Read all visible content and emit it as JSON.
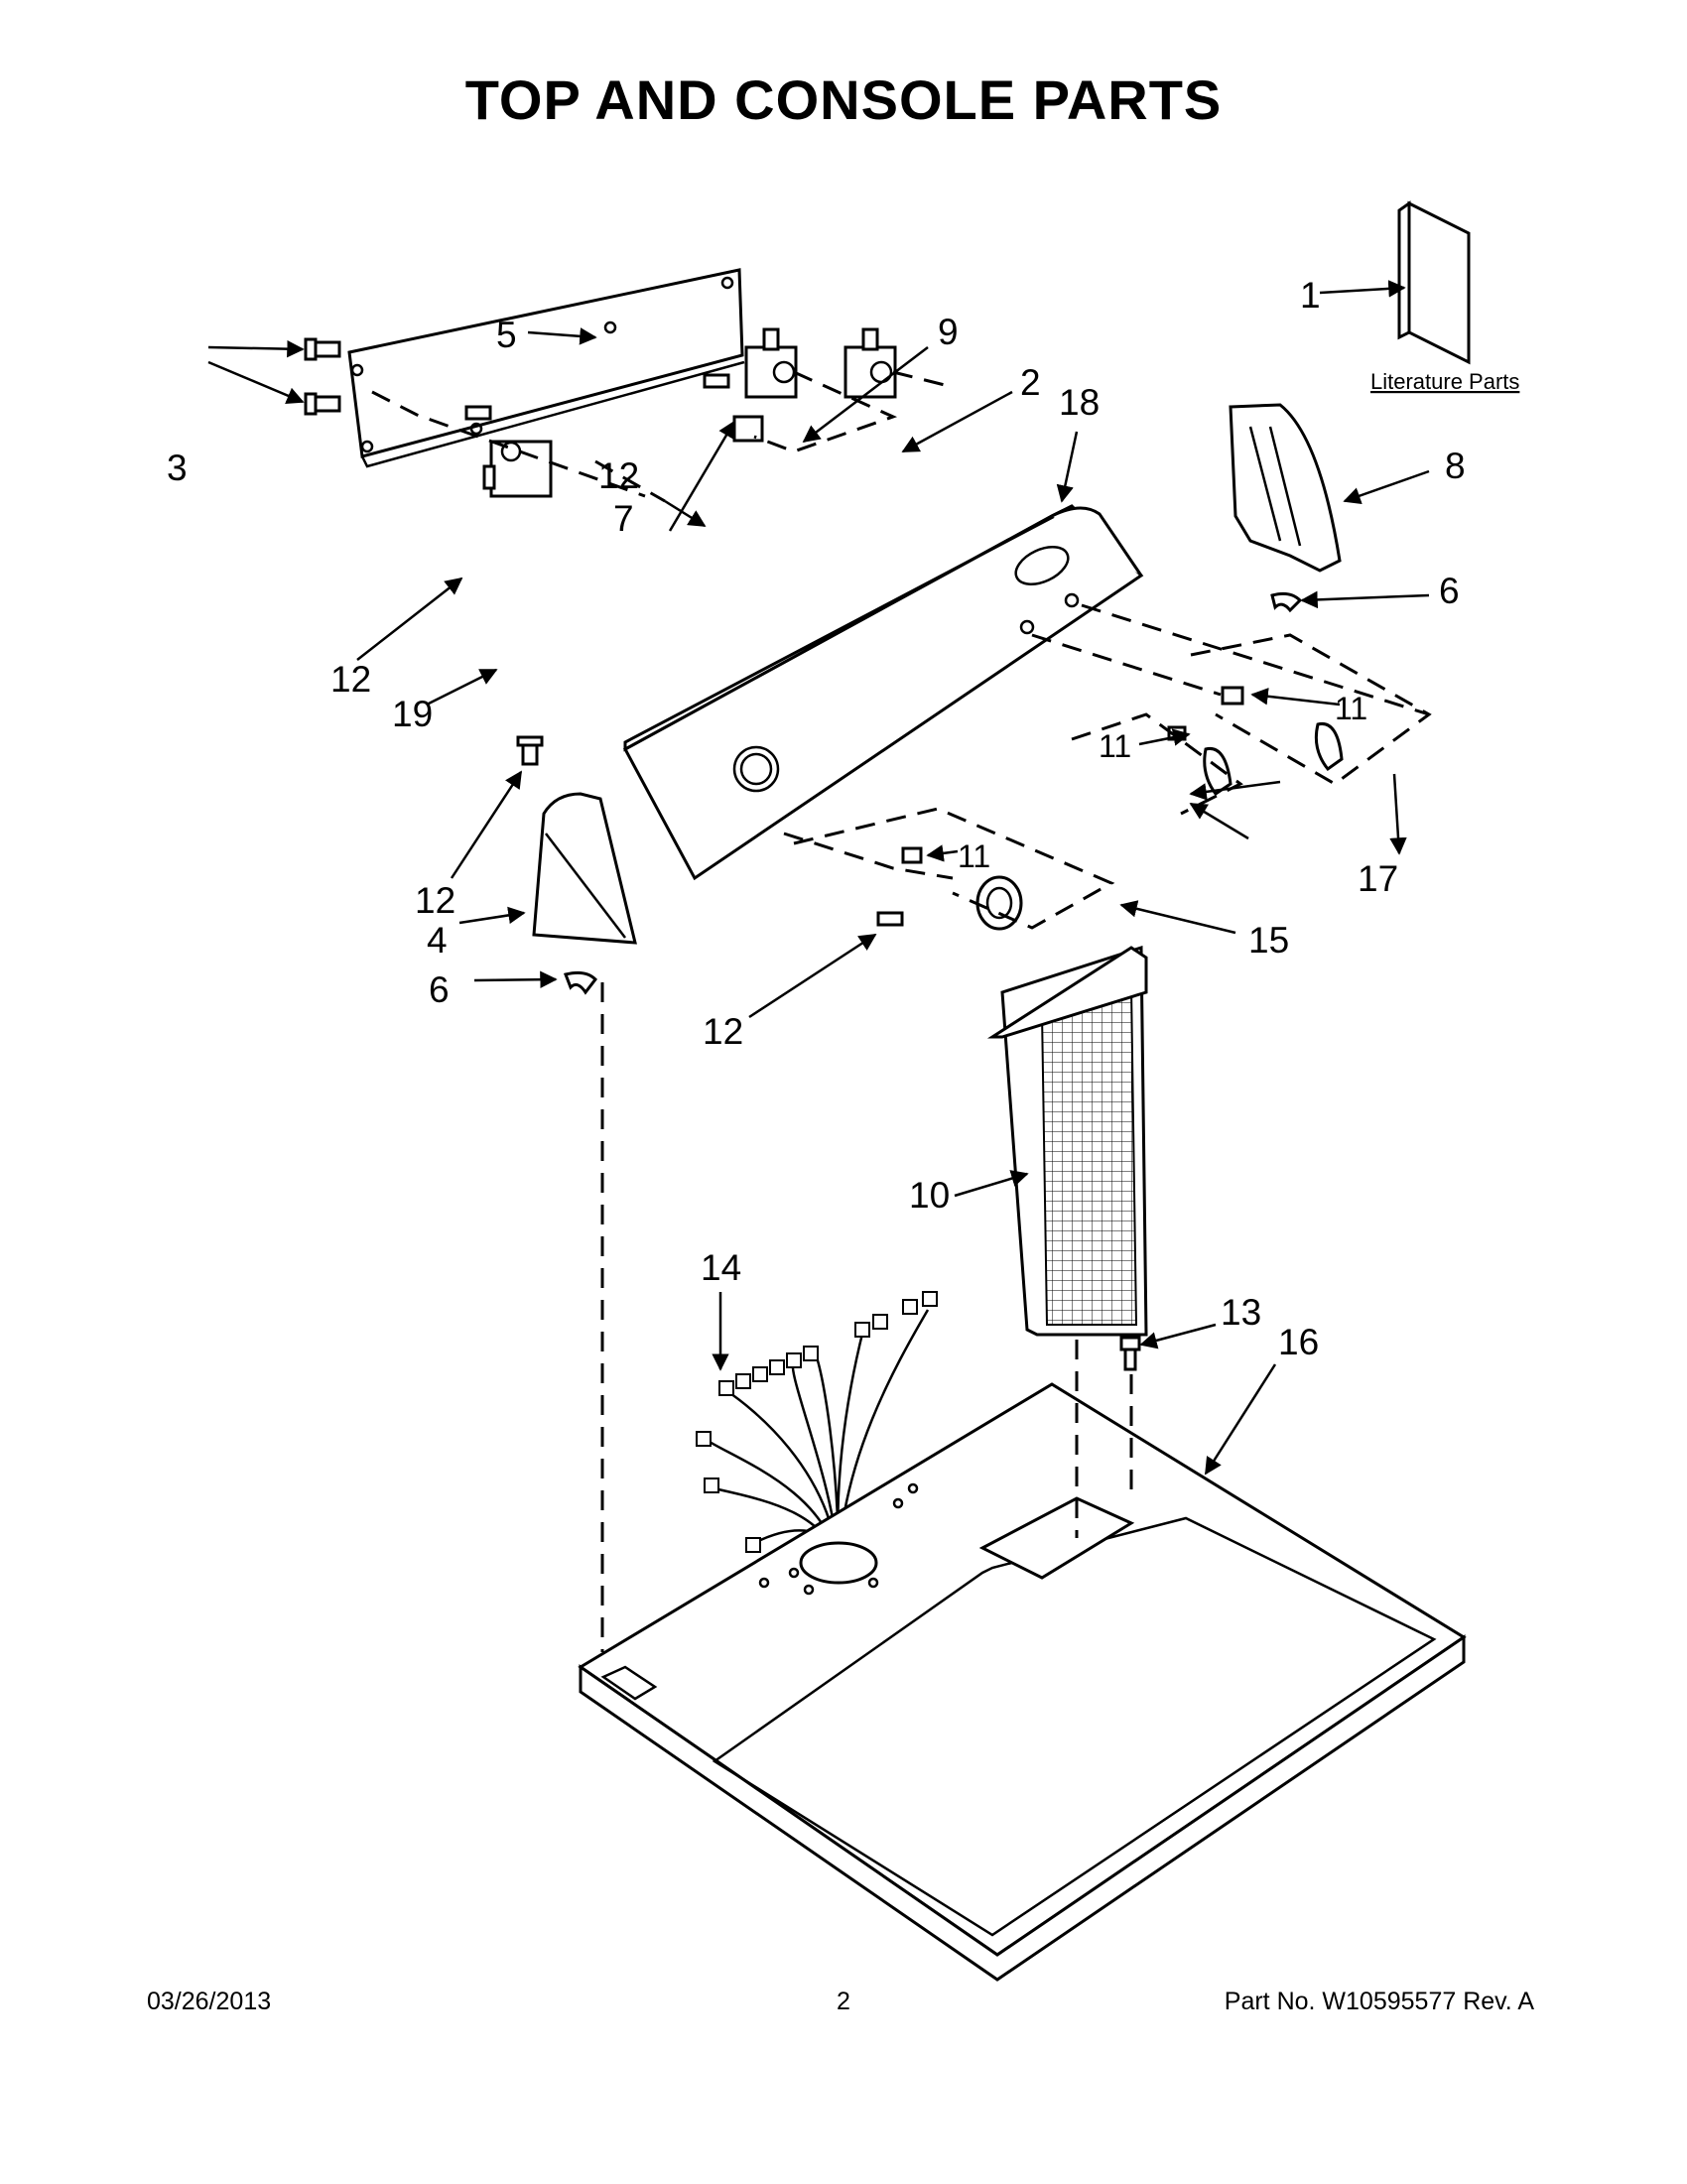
{
  "title": "TOP AND CONSOLE PARTS",
  "literature_label": "Literature Parts",
  "callouts": {
    "c1": "1",
    "c2": "2",
    "c3": "3",
    "c4": "4",
    "c5": "5",
    "c6a": "6",
    "c6b": "6",
    "c7": "7",
    "c8": "8",
    "c9": "9",
    "c10": "10",
    "c11a": "11",
    "c11b": "11",
    "c11c": "11",
    "c12a": "12",
    "c12b": "12",
    "c12c": "12",
    "c12d": "12",
    "c13": "13",
    "c14": "14",
    "c15": "15",
    "c16": "16",
    "c17": "17",
    "c18": "18",
    "c19": "19"
  },
  "footer": {
    "date": "03/26/2013",
    "page": "2",
    "part_no": "Part No.  W10595577  Rev.  A"
  }
}
